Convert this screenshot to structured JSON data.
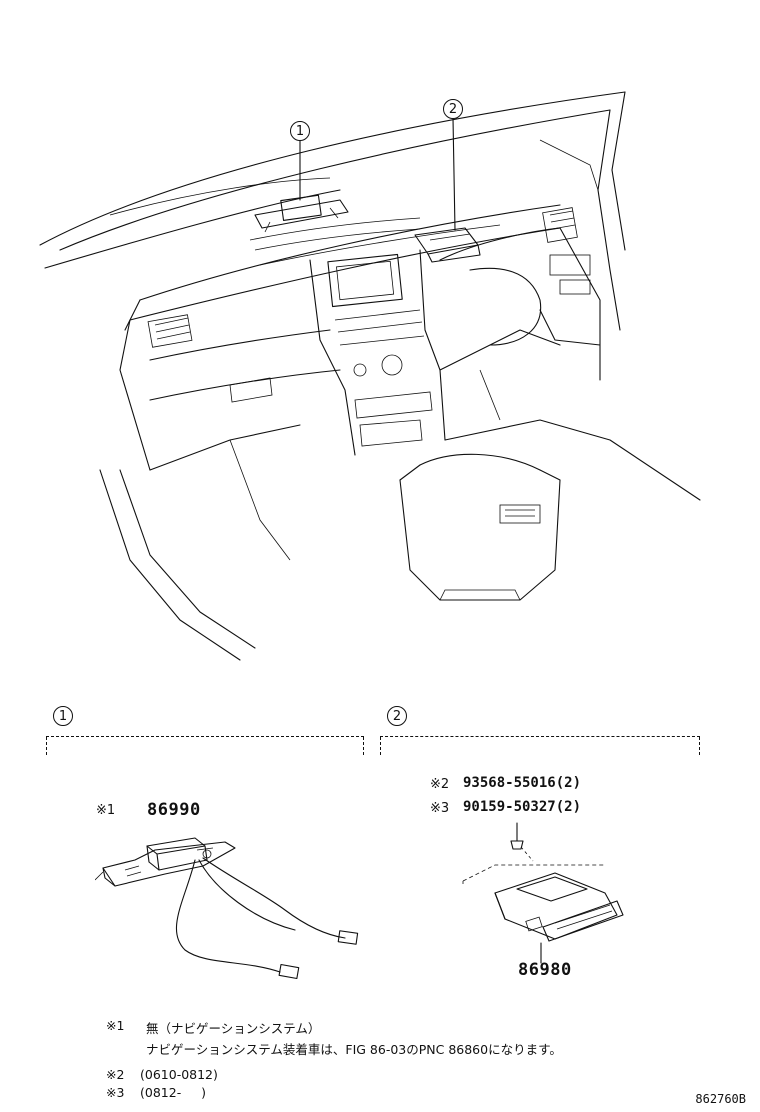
{
  "callouts": {
    "overview_1": "1",
    "overview_2": "2",
    "section_1": "1",
    "section_2": "2"
  },
  "section1": {
    "marker": "※1",
    "part_number": "86990"
  },
  "section2": {
    "fasteners": [
      {
        "marker": "※2",
        "part": "93568-55016(2)"
      },
      {
        "marker": "※3",
        "part": "90159-50327(2)"
      }
    ],
    "part_number": "86980"
  },
  "notes": [
    {
      "marker": "※1",
      "text": "無（ナビゲーションシステム）"
    },
    {
      "marker": "",
      "text": "ナビゲーションシステム装着車は、FIG 86-03のPNC 86860になります。"
    },
    {
      "marker": "※2",
      "text": "(0610-0812)"
    },
    {
      "marker": "※3",
      "text": "(0812-     )"
    }
  ],
  "figure_code": "862760B"
}
